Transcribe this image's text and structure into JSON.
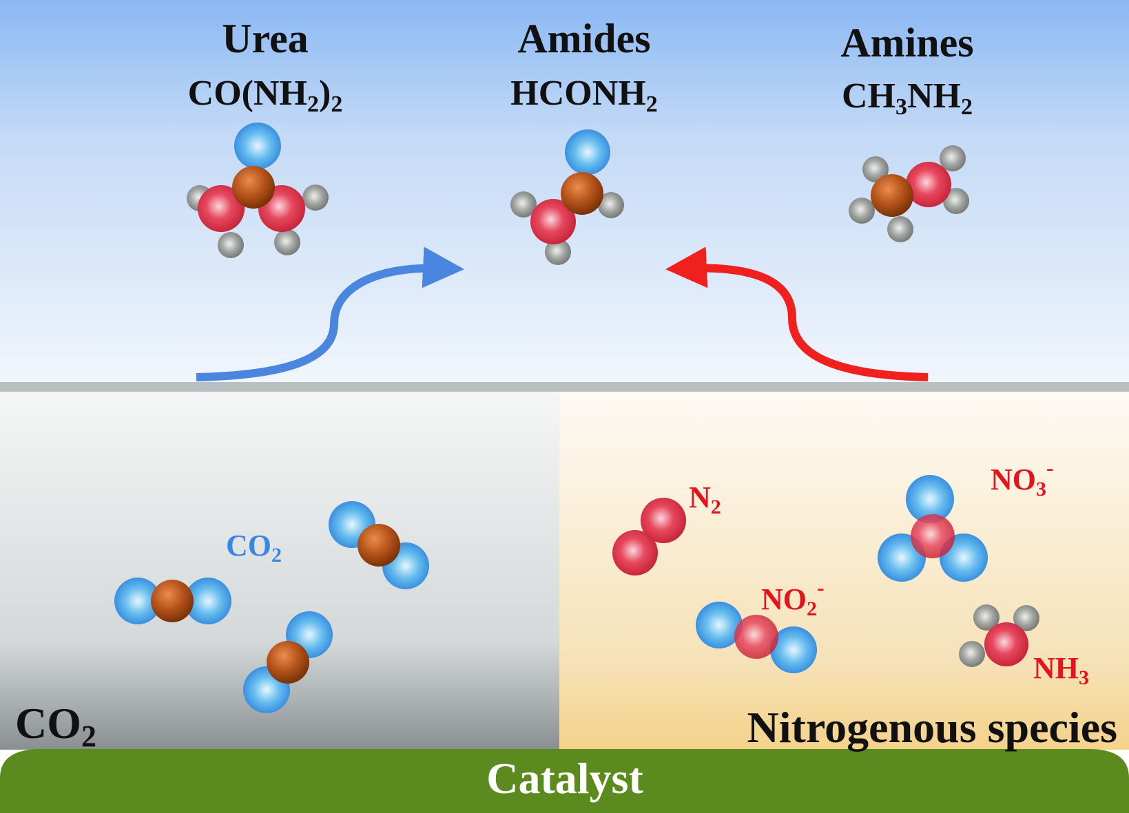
{
  "products": {
    "urea": {
      "name": "Urea",
      "formula_a": "CO(NH",
      "sub1": "2",
      "formula_b": ")",
      "sub2": "2"
    },
    "amides": {
      "name": "Amides",
      "formula_a": "HCONH",
      "sub1": "2"
    },
    "amines": {
      "name": "Amines",
      "formula_a": "CH",
      "sub1": "3",
      "formula_b": "NH",
      "sub2": "2"
    }
  },
  "left_region": {
    "species": {
      "text": "CO",
      "sub": "2"
    },
    "corner": {
      "text": "CO",
      "sub": "2"
    }
  },
  "right_region": {
    "n2": {
      "text": "N",
      "sub": "2"
    },
    "no3": {
      "text": "NO",
      "sub": "3",
      "sup": "-"
    },
    "no2": {
      "text": "NO",
      "sub": "2",
      "sup": "-"
    },
    "nh3": {
      "text": "NH",
      "sub": "3"
    },
    "corner": "Nitrogenous species"
  },
  "catalyst": "Catalyst",
  "colors": {
    "carbon": "#b5531a",
    "nitrogen": "#e0304a",
    "oxygen": "#3f9ee6",
    "hydrogen": "#8a8d8a",
    "co2_arrow": "#4a86e0",
    "nitrogen_arrow": "#f0201e",
    "catalyst_bar": "#5b8a1f",
    "co2_label": "#3b86e3",
    "n_label": "#e4141e"
  }
}
